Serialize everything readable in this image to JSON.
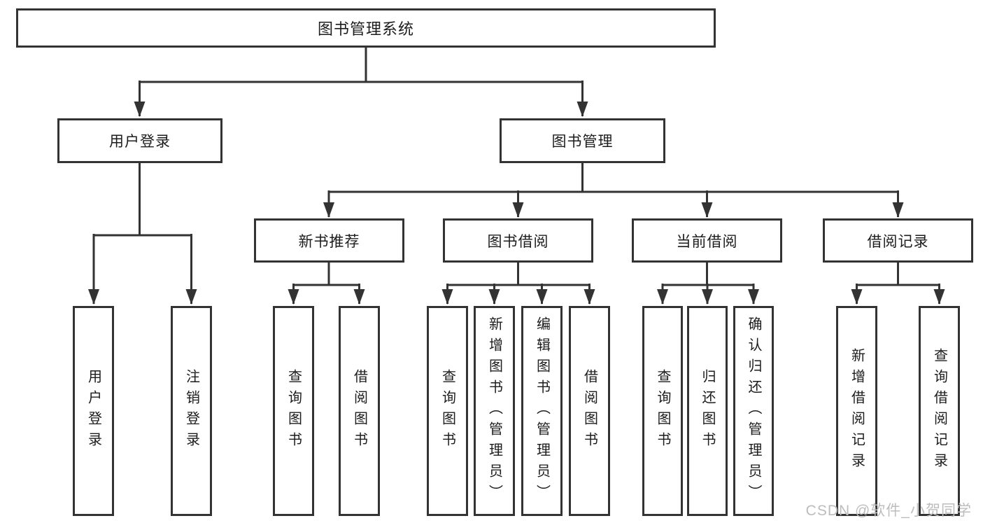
{
  "colors": {
    "line": "#333333",
    "box_border": "#333333",
    "text": "#1c1c1c",
    "background": "#ffffff",
    "watermark_text": "#bdbdbd"
  },
  "nodes": {
    "root": "图书管理系统",
    "level2": {
      "user_login": "用户登录",
      "book_management": "图书管理"
    },
    "level3": {
      "new_book_recommend": "新书推荐",
      "book_borrow": "图书借阅",
      "current_borrow": "当前借阅",
      "borrow_record": "借阅记录"
    },
    "leaves": {
      "user_login": "用户登录",
      "logout": "注销登录",
      "recommend_query_book": "查询图书",
      "recommend_borrow_book": "借阅图书",
      "borrow_query_book": "查询图书",
      "borrow_add_book": "新增图书（管理员）",
      "borrow_edit_book": "编辑图书（管理员）",
      "borrow_borrow_book": "借阅图书",
      "current_query_book": "查询图书",
      "current_return_book": "归还图书",
      "current_confirm_return": "确认归还（管理员）",
      "record_add": "新增借阅记录",
      "record_query": "查询借阅记录"
    }
  },
  "watermark": "CSDN @软件_小贺同学"
}
